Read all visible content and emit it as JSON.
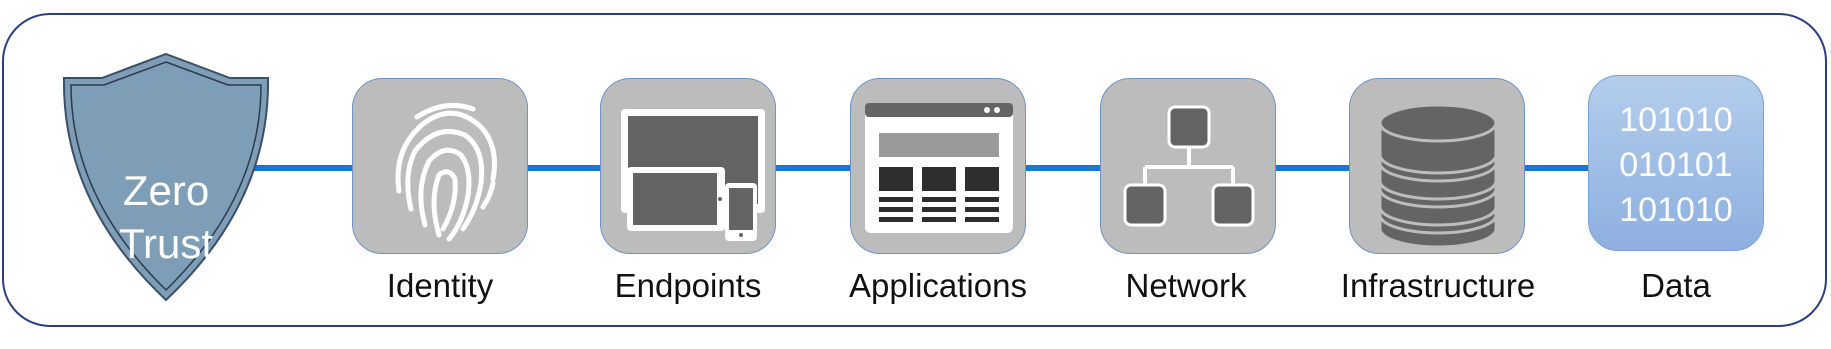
{
  "shield": {
    "line1": "Zero",
    "line2": "Trust",
    "color": "#7e9db6"
  },
  "pillars": [
    {
      "label": "Identity",
      "icon": "fingerprint-icon"
    },
    {
      "label": "Endpoints",
      "icon": "devices-icon"
    },
    {
      "label": "Applications",
      "icon": "app-window-icon"
    },
    {
      "label": "Network",
      "icon": "network-icon"
    },
    {
      "label": "Infrastructure",
      "icon": "database-icon"
    },
    {
      "label": "Data",
      "icon": "binary-icon",
      "binary": [
        "101010",
        "010101",
        "101010"
      ]
    }
  ],
  "colors": {
    "connector": "#1677d6",
    "frame": "#2b3f80",
    "tile": "#bcbcbc",
    "data_tile": "#a7c3ea"
  }
}
